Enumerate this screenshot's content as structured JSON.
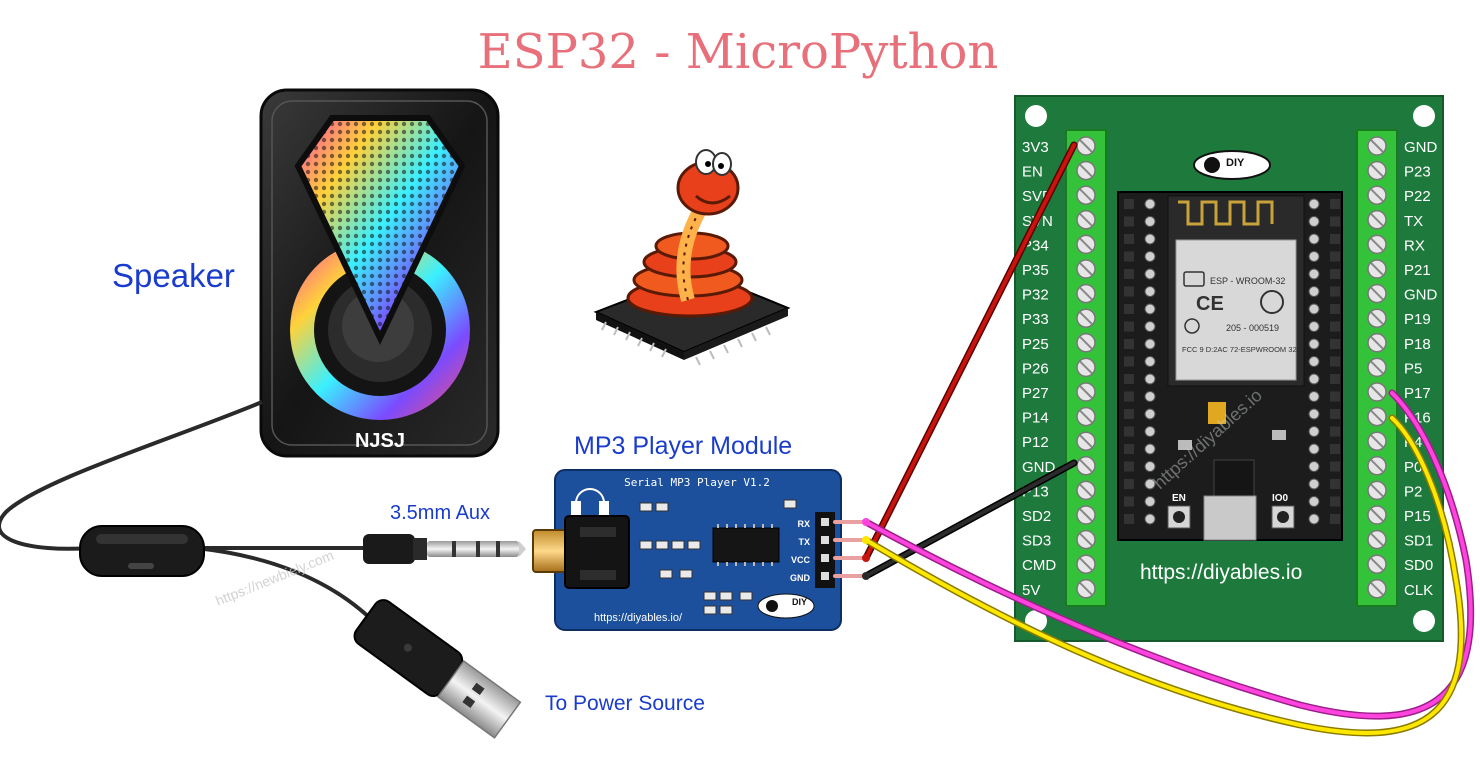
{
  "title": "ESP32 - MicroPython",
  "labels": {
    "speaker": "Speaker",
    "mp3_module": "MP3 Player Module",
    "aux": "3.5mm Aux",
    "power": "To Power Source"
  },
  "speaker": {
    "brand": "NJSJ"
  },
  "mp3": {
    "board_title": "Serial MP3 Player V1.2",
    "url": "https://diyables.io/",
    "logo": "DIY",
    "pins": [
      "RX",
      "TX",
      "VCC",
      "GND"
    ]
  },
  "esp32": {
    "url": "https://diyables.io",
    "logo": "DIY",
    "module_name": "ESP - WROOM-32",
    "fcc": "FCC 9 D:2AC 72-ESPWROOM 32",
    "cert": "205 - 000519",
    "btn_en": "EN",
    "btn_io0": "IO0",
    "left_pins": [
      "3V3",
      "EN",
      "SVP",
      "SVN",
      "P34",
      "P35",
      "P32",
      "P33",
      "P25",
      "P26",
      "P27",
      "P14",
      "P12",
      "GND",
      "P13",
      "SD2",
      "SD3",
      "CMD",
      "5V"
    ],
    "right_pins": [
      "GND",
      "P23",
      "P22",
      "TX",
      "RX",
      "P21",
      "GND",
      "P19",
      "P18",
      "P5",
      "P17",
      "P16",
      "P4",
      "P0",
      "P2",
      "P15",
      "SD1",
      "SD0",
      "CLK"
    ]
  },
  "watermarks": {
    "w1": "https://newbiely.com",
    "w2": "https://diyables.io"
  },
  "wire_colors": {
    "vcc": "#c8140f",
    "gnd": "#1a1a1a",
    "tx": "#ff44dd",
    "rx": "#ffe800"
  },
  "colors": {
    "title": "#e8707a",
    "label_blue": "#1a3ccc",
    "board_green": "#1e7a3c",
    "mp3_blue": "#1c4f9c"
  }
}
